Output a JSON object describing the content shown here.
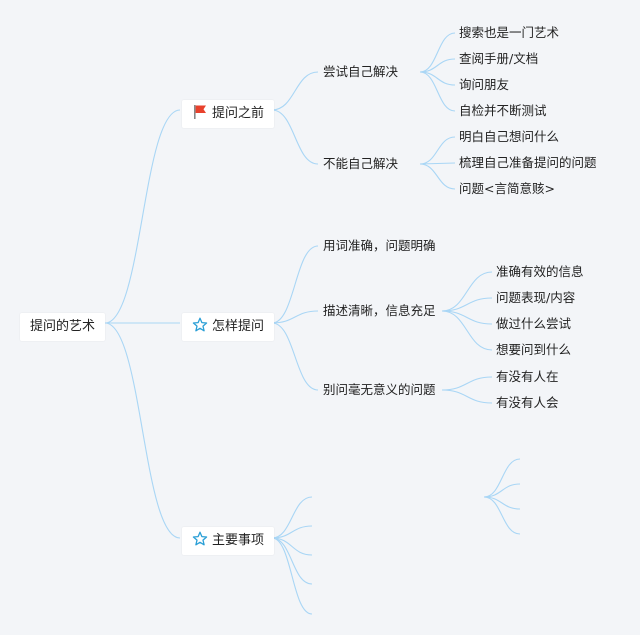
{
  "root": {
    "label": "提问的艺术"
  },
  "branches": [
    {
      "label": "提问之前",
      "icon": "red-flag-icon",
      "children": [
        {
          "label": "尝试自己解决",
          "children": [
            {
              "label": "搜索也是一门艺术"
            },
            {
              "label": "查阅手册/文档"
            },
            {
              "label": "询问朋友"
            },
            {
              "label": "自检并不断测试"
            }
          ]
        },
        {
          "label": "不能自己解决",
          "children": [
            {
              "label": "明白自己想问什么"
            },
            {
              "label": "梳理自己准备提问的问题"
            },
            {
              "label": "问题<言简意赅>"
            }
          ]
        }
      ]
    },
    {
      "label": "怎样提问",
      "icon": "star-icon",
      "children": [
        {
          "label": "用词准确，问题明确",
          "children": []
        },
        {
          "label": "描述清晰，信息充足",
          "children": [
            {
              "label": "准确有效的信息"
            },
            {
              "label": "问题表现/内容"
            },
            {
              "label": "做过什么尝试"
            },
            {
              "label": "想要问到什么"
            }
          ]
        },
        {
          "label": "别问毫无意义的问题",
          "children": [
            {
              "label": "有没有人在"
            },
            {
              "label": "有没有人会"
            }
          ]
        }
      ]
    },
    {
      "label": "主要事项",
      "icon": "star-icon",
      "children": []
    }
  ],
  "colors": {
    "background": "#f3f5f8",
    "link": "#a9d6f5",
    "flag": "#e8412c",
    "star": "#2a9fd6"
  }
}
